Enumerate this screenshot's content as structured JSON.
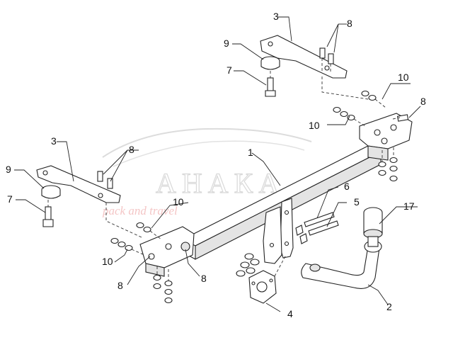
{
  "diagram": {
    "watermark": {
      "brand": "АНАКА",
      "tagline": "pack and travel"
    },
    "labels": {
      "p1": "1",
      "p2": "2",
      "p3a": "3",
      "p3b": "3",
      "p4": "4",
      "p5": "5",
      "p6": "6",
      "p7a": "7",
      "p7b": "7",
      "p8a": "8",
      "p8b": "8",
      "p8c": "8",
      "p8d": "8",
      "p8e": "8",
      "p9a": "9",
      "p9b": "9",
      "p10a": "10",
      "p10b": "10",
      "p10c": "10",
      "p10d": "10",
      "p17": "17"
    }
  }
}
